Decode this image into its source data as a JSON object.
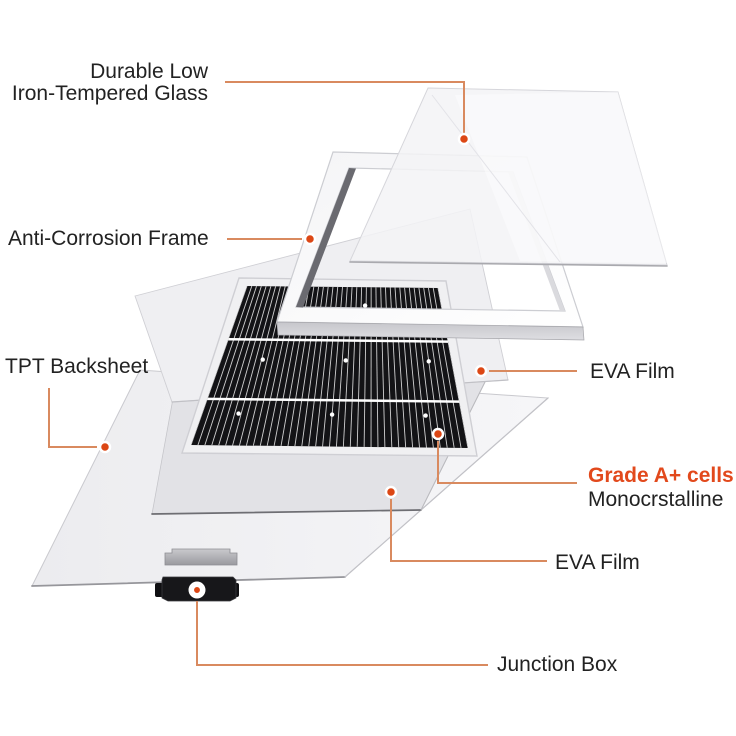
{
  "theme": {
    "accent_line": "#d98a5f",
    "accent_dot": "#dc4715",
    "grade_text": "#e2491c",
    "label_text": "#222222",
    "cell_black": "#131316",
    "sheet_gray": "#ececef"
  },
  "labels": {
    "glass_line1": "Durable Low",
    "glass_line2": "Iron-Tempered Glass",
    "frame": "Anti-Corrosion Frame",
    "backsheet": "TPT Backsheet",
    "eva_top": "EVA Film",
    "cells_line1": "Grade A+ cells",
    "cells_line2": "Monocrstalline",
    "eva_bottom": "EVA Film",
    "junction_box": "Junction Box"
  }
}
